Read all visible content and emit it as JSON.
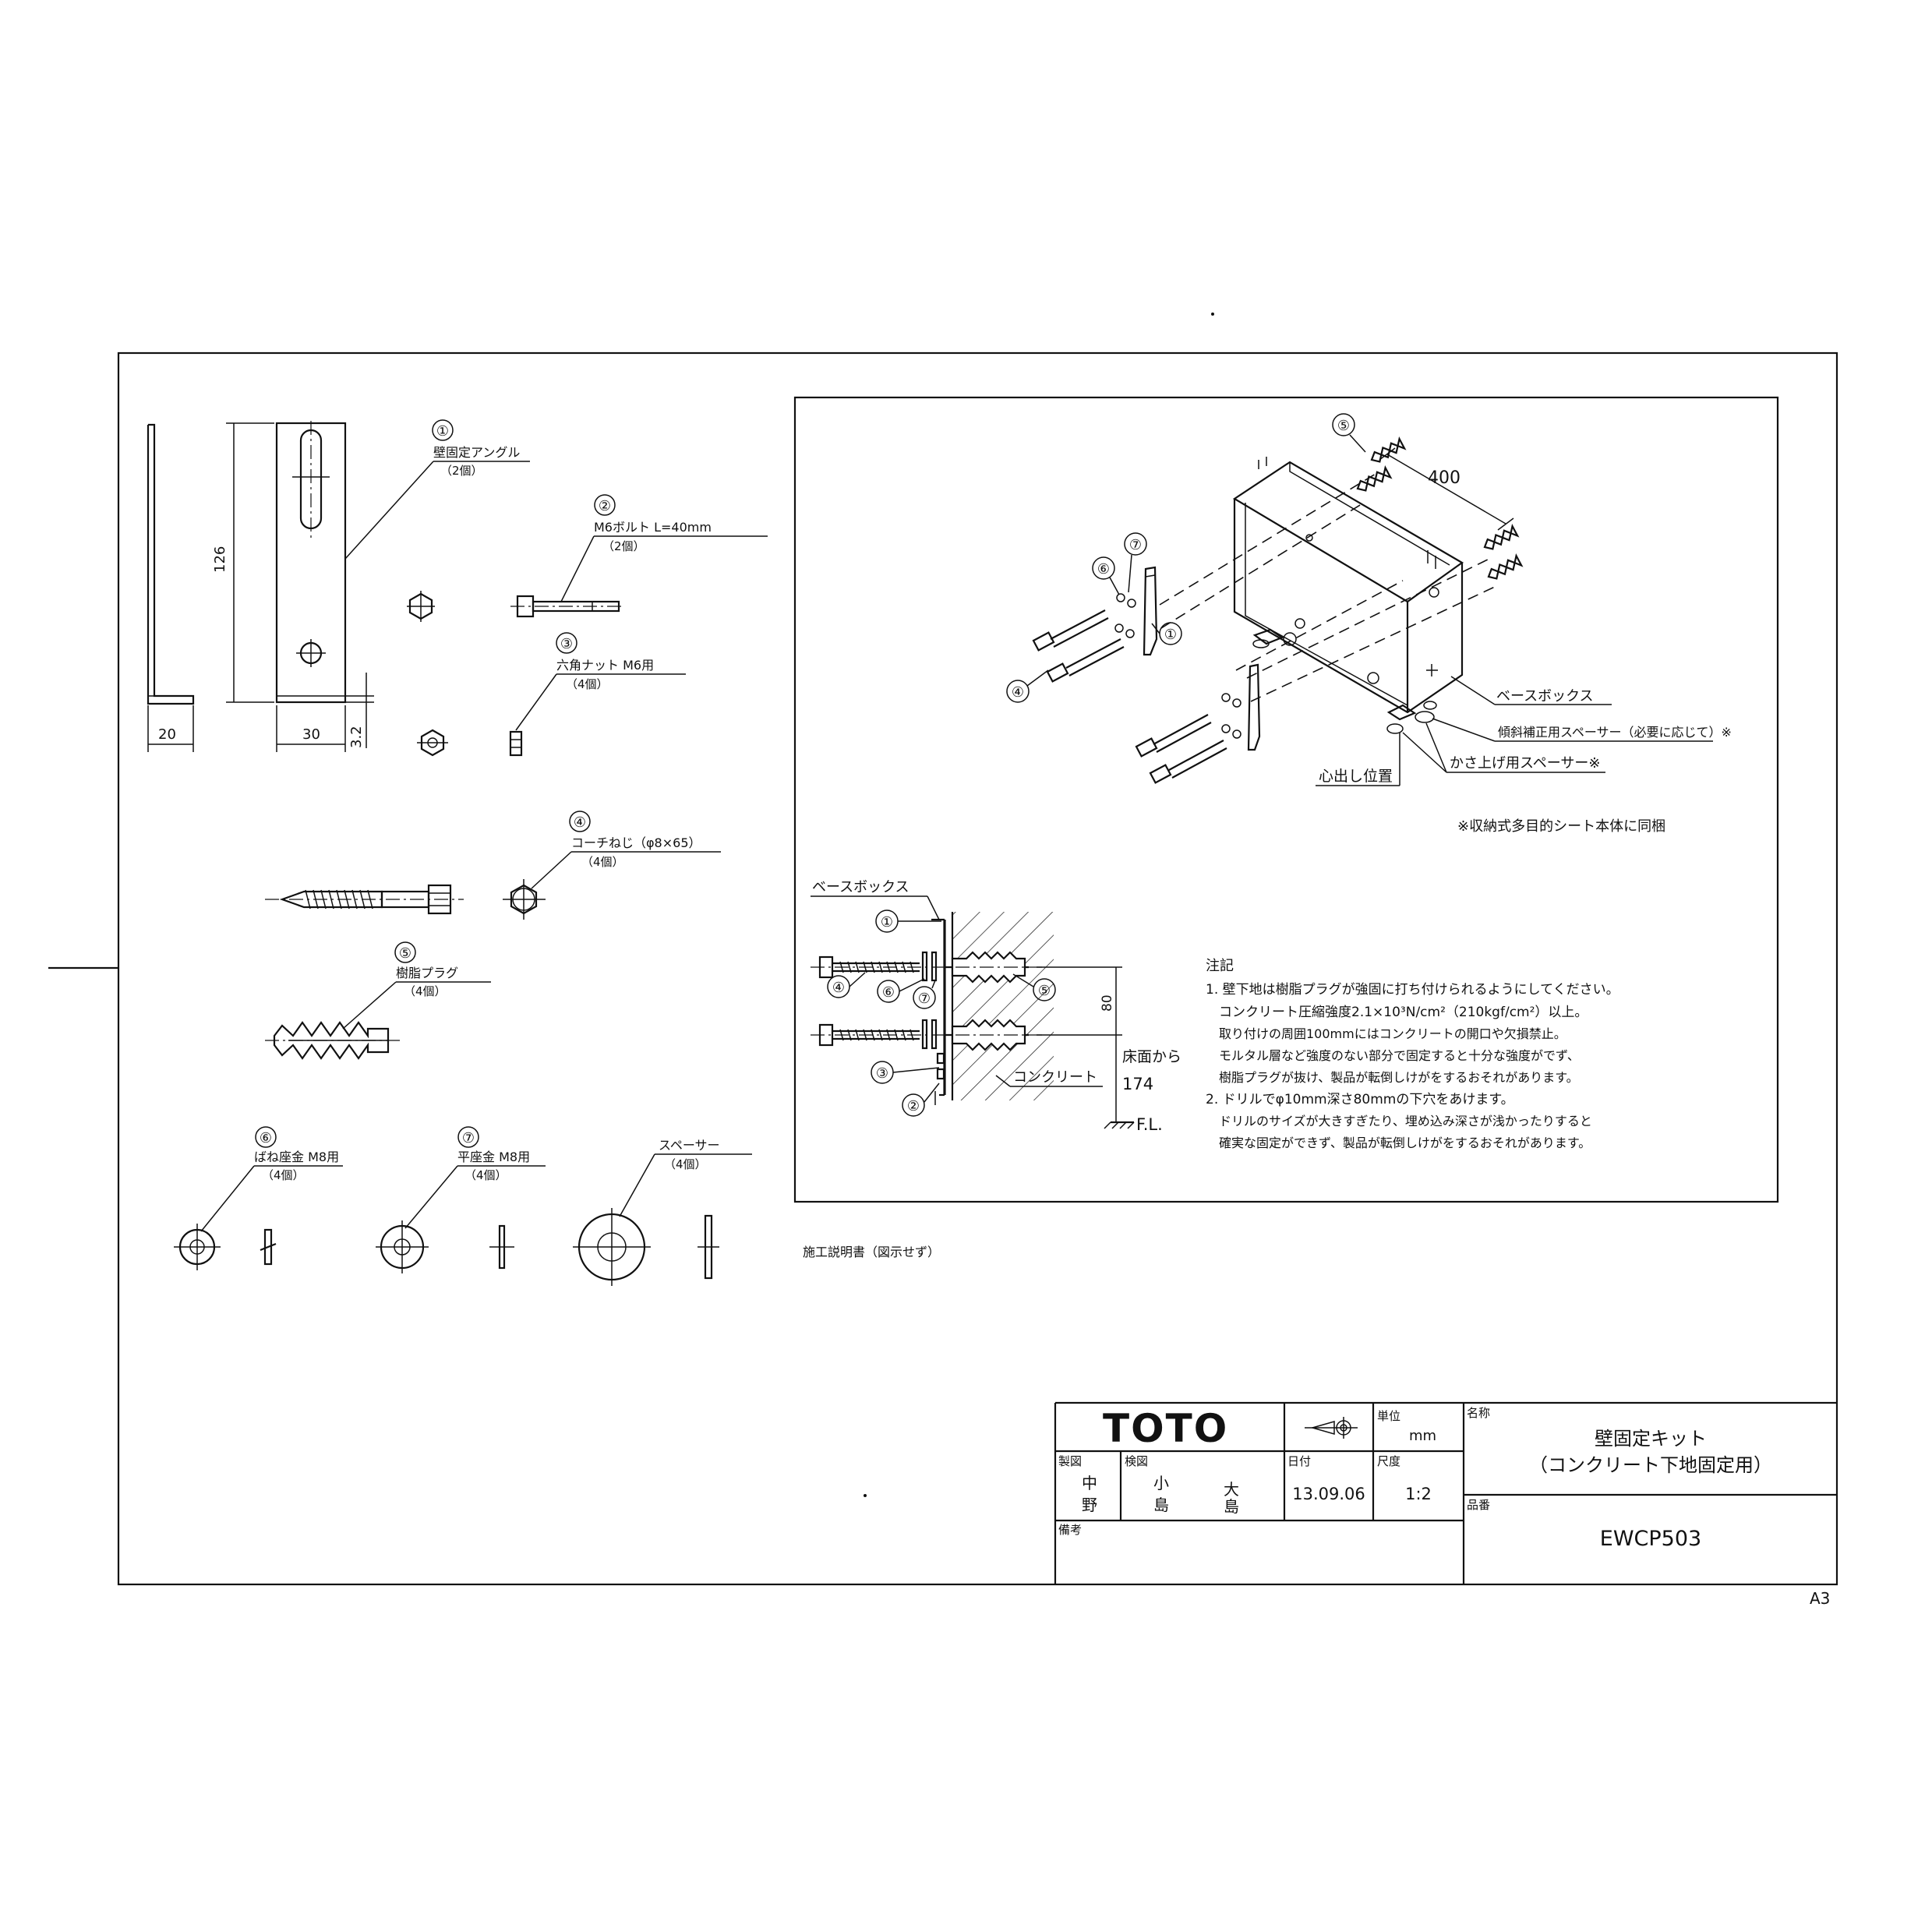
{
  "parts": [
    {
      "no": "①",
      "name": "壁固定アングル",
      "qty": "（2個）"
    },
    {
      "no": "②",
      "name": "M6ボルト L=40mm",
      "qty": "（2個）"
    },
    {
      "no": "③",
      "name": "六角ナット M6用",
      "qty": "（4個）"
    },
    {
      "no": "④",
      "name": "コーチねじ（φ8×65）",
      "qty": "（4個）"
    },
    {
      "no": "⑤",
      "name": "樹脂プラグ",
      "qty": "（4個）"
    },
    {
      "no": "⑥",
      "name": "ばね座金 M8用",
      "qty": "（4個）"
    },
    {
      "no": "⑦",
      "name": "平座金 M8用",
      "qty": "（4個）"
    },
    {
      "no": "",
      "name": "スペーサー",
      "qty": "（4個）"
    }
  ],
  "dims": {
    "height": "126",
    "width": "30",
    "depth": "20",
    "thickness": "3.2",
    "box_width": "400",
    "plug_pitch": "80"
  },
  "assembly": {
    "base_box": "ベースボックス",
    "spacer_tilt": "傾斜補正用スペーサー（必要に応じて）※",
    "spacer_raise": "かさ上げ用スペーサー※",
    "center_mark": "心出し位置",
    "footnote": "※収納式多目的シート本体に同梱"
  },
  "section": {
    "base_box": "ベースボックス",
    "concrete": "コンクリート",
    "floor_from": "床面から",
    "floor_height": "174",
    "fl": "F.L."
  },
  "notes": {
    "title": "注記",
    "lines": [
      "1. 壁下地は樹脂プラグが強固に打ち付けられるようにしてください。",
      "コンクリート圧縮強度2.1×10³N/cm²（210kgf/cm²）以上。",
      "取り付けの周囲100mmにはコンクリートの開口や欠損禁止。",
      "モルタル層など強度のない部分で固定すると十分な強度がでず、",
      "樹脂プラグが抜け、製品が転倒しけがをするおそれがあります。",
      "2. ドリルでφ10mm深さ80mmの下穴をあけます。",
      "ドリルのサイズが大きすぎたり、埋め込み深さが浅かったりすると",
      "確実な固定ができず、製品が転倒しけがをするおそれがあります。"
    ]
  },
  "manual_note": "施工説明書（図示せず）",
  "title_block": {
    "logo": "TOTO",
    "unit_label": "単位",
    "unit": "mm",
    "name_label": "名称",
    "name_line1": "壁固定キット",
    "name_line2": "（コンクリート下地固定用）",
    "drawn_label": "製図",
    "drawn_1": "中",
    "drawn_2": "野",
    "checked_label": "検図",
    "checked_1": "小",
    "checked_2": "島",
    "checked_3": "大",
    "checked_4": "島",
    "date_label": "日付",
    "date": "13.09.06",
    "scale_label": "尺度",
    "scale": "1:2",
    "part_no_label": "品番",
    "part_no": "EWCP503",
    "remarks_label": "備考"
  },
  "sheet_size": "A3"
}
